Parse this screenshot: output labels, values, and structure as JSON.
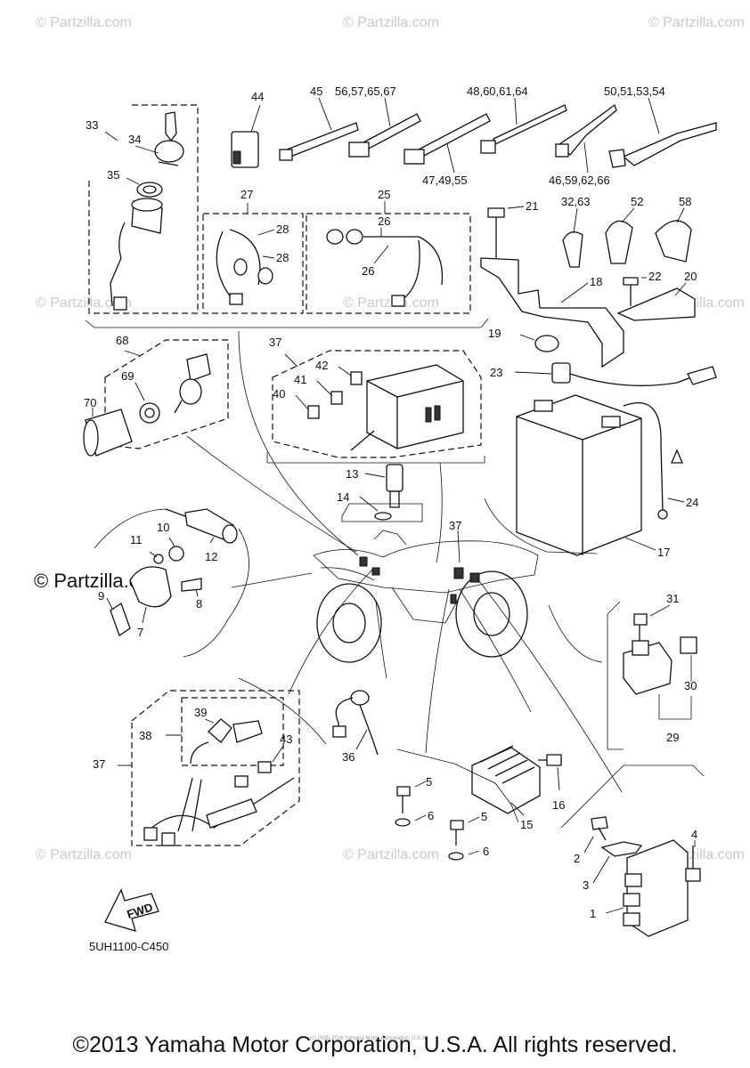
{
  "watermarks": [
    "© Partzilla.com",
    "© Partzilla.com",
    "© Partzilla.com",
    "© Partzilla.com",
    "© Partzilla.com",
    "© Partzilla.com",
    "© Partzilla.com",
    "© Partzilla.com",
    "© Partzilla.com"
  ],
  "watermark_prominent": "© Partzilla.com",
  "callouts": {
    "c1": "1",
    "c2": "2",
    "c3": "3",
    "c4": "4",
    "c5a": "5",
    "c5b": "5",
    "c6a": "6",
    "c6b": "6",
    "c7": "7",
    "c8": "8",
    "c9": "9",
    "c10": "10",
    "c11": "11",
    "c12": "12",
    "c13": "13",
    "c14": "14",
    "c15": "15",
    "c16": "16",
    "c17": "17",
    "c18": "18",
    "c19": "19",
    "c20": "20",
    "c21": "21",
    "c22": "22",
    "c23": "23",
    "c24": "24",
    "c25": "25",
    "c26a": "26",
    "c26b": "26",
    "c27": "27",
    "c28a": "28",
    "c28b": "28",
    "c29": "29",
    "c30": "30",
    "c31": "31",
    "c32_63": "32,63",
    "c33": "33",
    "c34": "34",
    "c35": "35",
    "c36": "36",
    "c37a": "37",
    "c37b": "37",
    "c37c": "37",
    "c38": "38",
    "c39": "39",
    "c40": "40",
    "c41": "41",
    "c42": "42",
    "c43": "43",
    "c44": "44",
    "c45": "45",
    "c46": "46,59,62,66",
    "c47": "47,49,55",
    "c48": "48,60,61,64",
    "c50": "50,51,53,54",
    "c52": "52",
    "c56": "56,57,65,67",
    "c58": "58",
    "c68": "68",
    "c69": "69",
    "c70": "70"
  },
  "fwd_label": "FWD",
  "diagram_code": "5UH1100-C450",
  "tiny_copyright": "(c) 2005-2016 Yamaha Motor Corporation, U.S.A.",
  "copyright": "©2013 Yamaha Motor Corporation, U.S.A. All rights reserved."
}
